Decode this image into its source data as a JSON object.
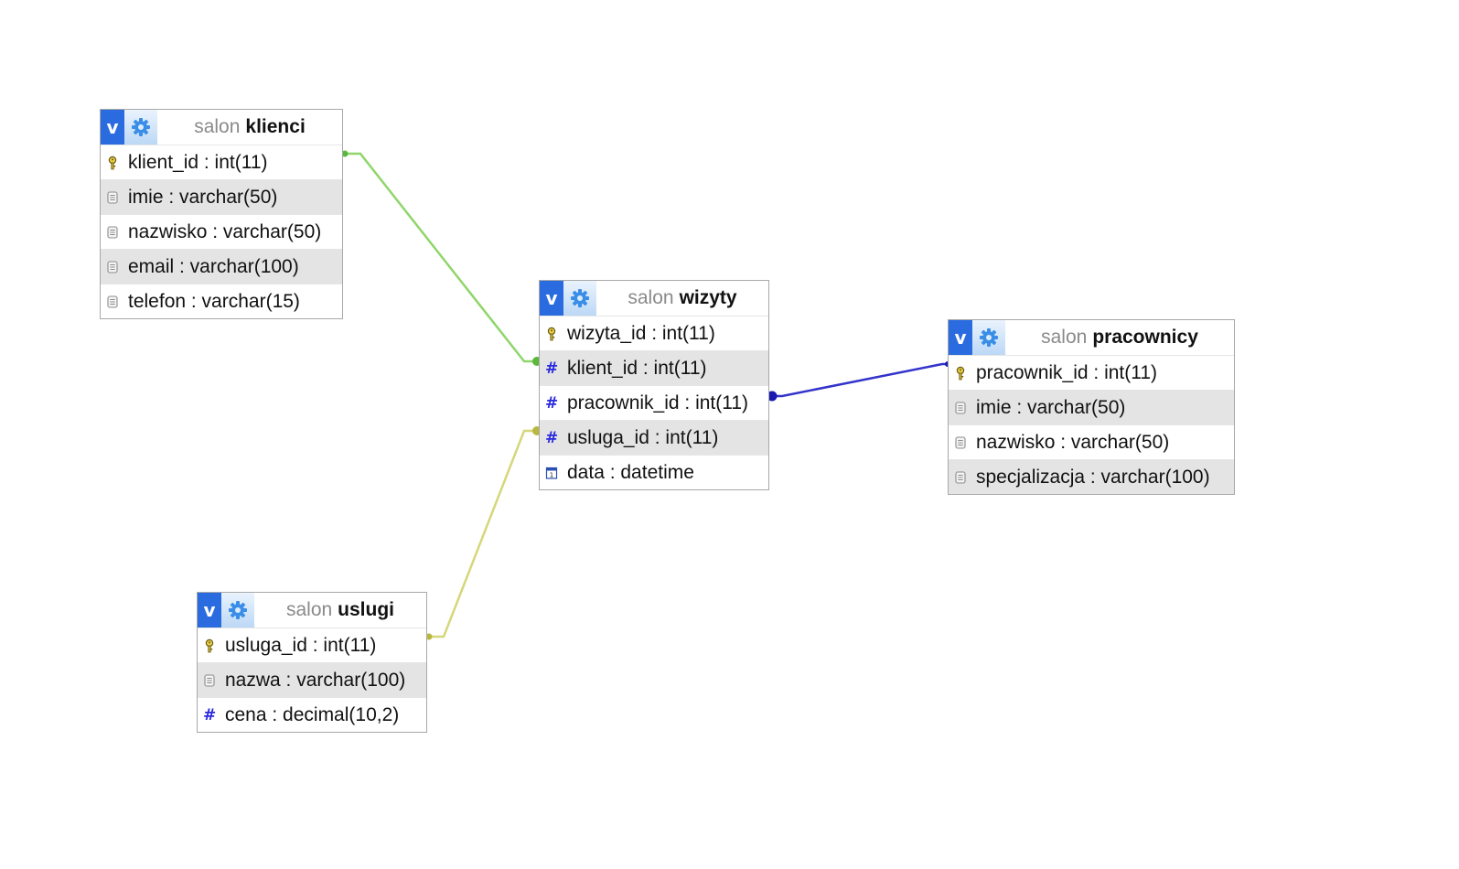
{
  "tables": [
    {
      "id": "klienci",
      "db": "salon",
      "name": "klienci",
      "columns": [
        {
          "icon": "key-icon",
          "text": "klient_id : int(11)"
        },
        {
          "icon": "text-field-icon",
          "text": "imie : varchar(50)"
        },
        {
          "icon": "text-field-icon",
          "text": "nazwisko : varchar(50)"
        },
        {
          "icon": "text-field-icon",
          "text": "email : varchar(100)"
        },
        {
          "icon": "text-field-icon",
          "text": "telefon : varchar(15)"
        }
      ]
    },
    {
      "id": "wizyty",
      "db": "salon",
      "name": "wizyty",
      "columns": [
        {
          "icon": "key-icon",
          "text": "wizyta_id : int(11)"
        },
        {
          "icon": "hash-icon",
          "text": "klient_id : int(11)"
        },
        {
          "icon": "hash-icon",
          "text": "pracownik_id : int(11)"
        },
        {
          "icon": "hash-icon",
          "text": "usluga_id : int(11)"
        },
        {
          "icon": "calendar-icon",
          "text": "data : datetime"
        }
      ]
    },
    {
      "id": "pracownicy",
      "db": "salon",
      "name": "pracownicy",
      "columns": [
        {
          "icon": "key-icon",
          "text": "pracownik_id : int(11)"
        },
        {
          "icon": "text-field-icon",
          "text": "imie : varchar(50)"
        },
        {
          "icon": "text-field-icon",
          "text": "nazwisko : varchar(50)"
        },
        {
          "icon": "text-field-icon",
          "text": "specjalizacja : varchar(100)"
        }
      ]
    },
    {
      "id": "uslugi",
      "db": "salon",
      "name": "uslugi",
      "columns": [
        {
          "icon": "key-icon",
          "text": "usluga_id : int(11)"
        },
        {
          "icon": "text-field-icon",
          "text": "nazwa : varchar(100)"
        },
        {
          "icon": "hash-icon",
          "text": "cena : decimal(10,2)"
        }
      ]
    }
  ],
  "header_buttons": {
    "toggle_label": "v",
    "toggle_icon": "v-toggle-icon",
    "options_icon": "gear-icon"
  },
  "relations": [
    {
      "from": "wizyty.klient_id",
      "to": "klienci.klient_id",
      "color": "#8fd66a"
    },
    {
      "from": "wizyty.pracownik_id",
      "to": "pracownicy.pracownik_id",
      "color": "#3333cc"
    },
    {
      "from": "wizyty.usluga_id",
      "to": "uslugi.usluga_id",
      "color": "#d6d67a"
    }
  ],
  "colors": {
    "header_button_bg": "#2a6ce0",
    "alt_row_bg": "#e4e4e4",
    "border": "#a8a8a8",
    "db_name_text": "#8a8a8a"
  }
}
